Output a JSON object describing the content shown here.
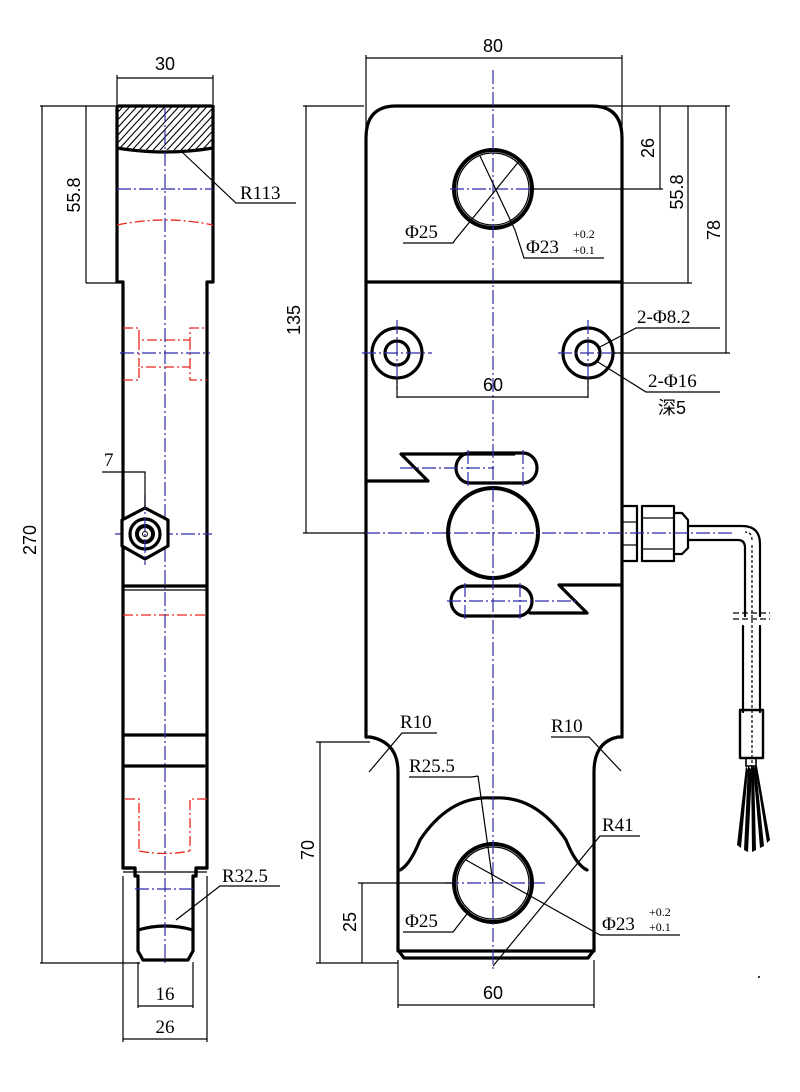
{
  "title": "S-type load cell dimension drawing",
  "colors": {
    "outline": "#000000",
    "centerline": "#2b2ba8",
    "hidden_line": "#e8261c"
  },
  "side_view": {
    "width_top": "30",
    "height_total": "270",
    "top_block_height": "55.8",
    "top_radius": "R113",
    "cable_nut_label": "7",
    "bottom_radius": "R32.5",
    "bottom_inner_width": "16",
    "bottom_outer_width": "26"
  },
  "front_view": {
    "width_total": "80",
    "top_hole_offset": "26",
    "top_block_height": "55.8",
    "upper_section_height": "78",
    "center_height": "135",
    "top_hole_outer": "Φ25",
    "top_hole_inner": "Φ23",
    "top_hole_tol_upper": "+0.2",
    "top_hole_tol_lower": "+0.1",
    "mount_hole_small": "2-Φ8.2",
    "mount_hole_large": "2-Φ16",
    "mount_hole_depth": "深5",
    "mount_hole_spacing": "60",
    "fillet_left": "R10",
    "fillet_right": "R10",
    "bottom_arc_radius": "R25.5",
    "bottom_outer_radius": "R41",
    "bottom_section_height": "70",
    "bottom_hole_offset": "25",
    "bottom_hole_outer": "Φ25",
    "bottom_hole_inner": "Φ23",
    "bottom_hole_tol_upper": "+0.2",
    "bottom_hole_tol_lower": "+0.1",
    "bottom_width": "60"
  }
}
